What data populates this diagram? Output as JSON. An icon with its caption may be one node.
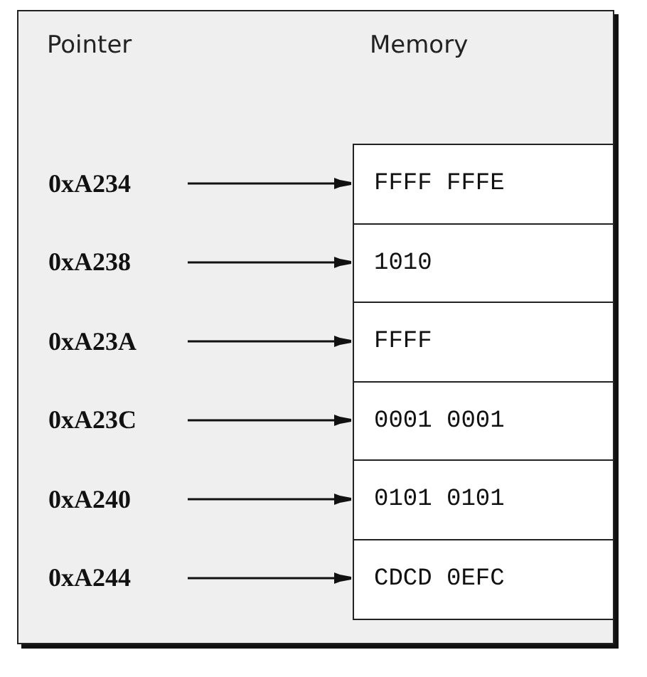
{
  "diagram": {
    "nodes": [
      {
        "text": [
          "0xA234"
        ]
      },
      {
        "text": [
          "FFFF FFFE"
        ]
      },
      {
        "text": [
          "0xA238"
        ]
      },
      {
        "text": [
          "1010"
        ]
      },
      {
        "text": [
          "0xA23A"
        ]
      },
      {
        "text": [
          "FFFF"
        ]
      },
      {
        "text": [
          "0xA23C"
        ]
      },
      {
        "text": [
          "0001 0001"
        ]
      },
      {
        "text": [
          "0xA240"
        ]
      },
      {
        "text": [
          "0101 0101"
        ]
      },
      {
        "text": [
          "0xA244"
        ]
      },
      {
        "text": [
          "CDCD 0EFC"
        ]
      }
    ],
    "edges": [
      {
        "from": 0,
        "to": 1,
        "arrow": "to"
      },
      {
        "from": 2,
        "to": 3,
        "arrow": "to"
      },
      {
        "from": 4,
        "to": 5,
        "arrow": "to"
      },
      {
        "from": 6,
        "to": 7,
        "arrow": "to"
      },
      {
        "from": 8,
        "to": 9,
        "arrow": "to"
      },
      {
        "from": 10,
        "to": 11,
        "arrow": "to"
      }
    ],
    "labels": [
      "Pointer",
      "Memory"
    ]
  }
}
